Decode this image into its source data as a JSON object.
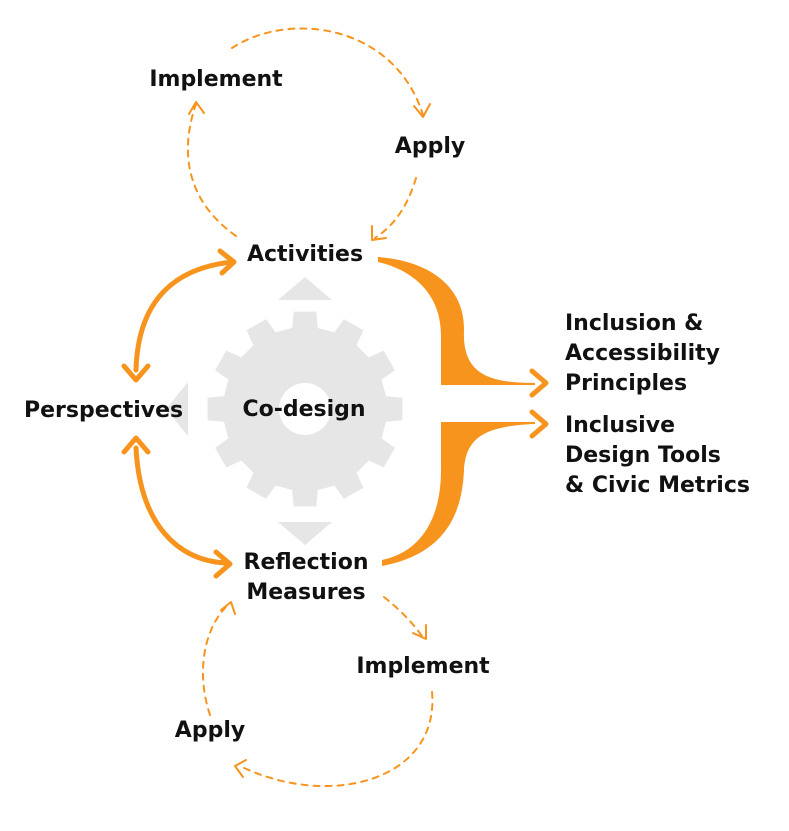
{
  "colors": {
    "accent": "#F7941D",
    "gear": "#E6E6E6",
    "text": "#111111"
  },
  "nodes": {
    "activities": "Activities",
    "perspectives": "Perspectives",
    "reflection_line1": "Reflection",
    "reflection_line2": "Measures",
    "center": "Co-design"
  },
  "top_loop": {
    "implement": "Implement",
    "apply": "Apply"
  },
  "bottom_loop": {
    "implement": "Implement",
    "apply": "Apply"
  },
  "outputs": {
    "principles": [
      "Inclusion &",
      "Accessibility",
      "Principles"
    ],
    "tools": [
      "Inclusive",
      "Design Tools",
      "& Civic Metrics"
    ]
  }
}
